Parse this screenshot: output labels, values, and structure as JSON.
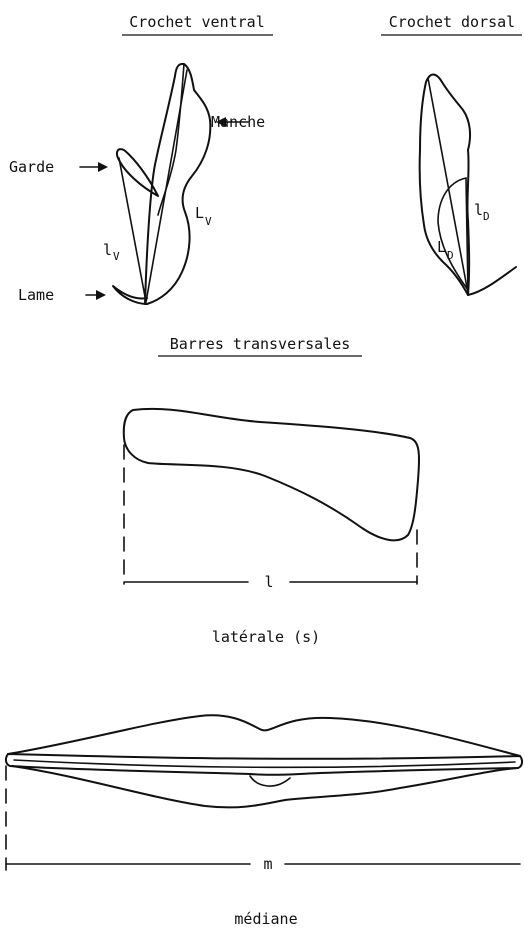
{
  "headings": {
    "ventral": "Crochet ventral",
    "dorsal": "Crochet dorsal",
    "bars": "Barres transversales"
  },
  "ventral_hook": {
    "manche": "Manche",
    "garde": "Garde",
    "lame": "Lame",
    "l_small": "l",
    "l_small_sub": "V",
    "L_big": "L",
    "L_big_sub": "V"
  },
  "dorsal_hook": {
    "l_small": "l",
    "l_small_sub": "D",
    "L_big": "L",
    "L_big_sub": "D"
  },
  "lateral_bar": {
    "dimension": "l",
    "caption": "latérale (s)"
  },
  "median_bar": {
    "dimension": "m",
    "caption": "médiane"
  }
}
